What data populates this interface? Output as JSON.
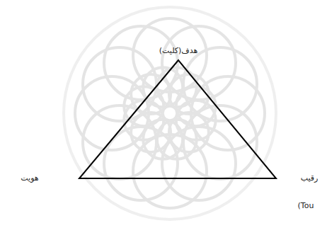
{
  "diagram": {
    "labels": [
      "هدف(کلیت)",
      "هویت",
      "رقیب",
      "(Tou"
    ]
  }
}
